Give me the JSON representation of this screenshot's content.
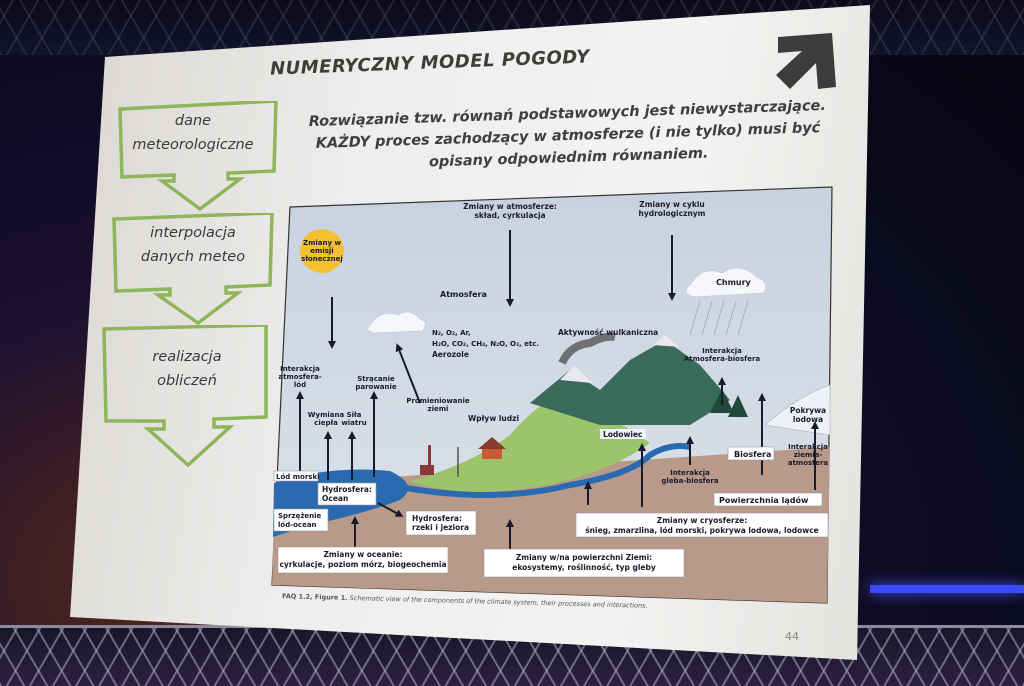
{
  "slide": {
    "title": "NUMERYCZNY MODEL POGODY",
    "subtitle_lines": [
      "Rozwiązanie tzw. równań podstawowych jest niewystarczające.",
      "KAŻDY proces zachodzący w atmosferze (i nie tylko) musi być",
      "opisany odpowiednim równaniem."
    ],
    "flow": [
      {
        "line1": "dane",
        "line2": "meteorologiczne"
      },
      {
        "line1": "interpolacja",
        "line2": "danych meteo"
      },
      {
        "line1": "realizacja",
        "line2": "obliczeń"
      }
    ],
    "caption_bold": "FAQ 1.2, Figure 1.",
    "caption_text": "Schematic view of the components of the climate system, their processes and interactions.",
    "page_number": "44"
  },
  "diagram": {
    "zmiany_emisji": [
      "Zmiany w",
      "emisji",
      "słonecznej"
    ],
    "zmiany_atmosfera": [
      "Zmiany w atmosferze:",
      "skład, cyrkulacja"
    ],
    "zmiany_cykl": [
      "Zmiany w cyklu",
      "hydrologicznym"
    ],
    "chmury": "Chmury",
    "atmosfera": "Atmosfera",
    "gazy1": "N₂, O₂, Ar,",
    "gazy2": "H₂O, CO₂, CH₄, N₂O, O₃, etc.",
    "aerozole": "Aerozole",
    "aktywnosc": "Aktywność wulkaniczna",
    "interakcja_atm_lod": [
      "Interakcja",
      "atmosfera-",
      "lód"
    ],
    "wymiana_ciepla": [
      "Wymiana",
      "ciepła"
    ],
    "sila_wiatru": [
      "Siła",
      "wiatru"
    ],
    "stracanie": [
      "Strącanie",
      "parowanie"
    ],
    "promieniowanie": [
      "Promieniowanie",
      "ziemi"
    ],
    "wplyw_ludzi": "Wpływ ludzi",
    "lodowiec": "Lodowiec",
    "interakcja_atm_bio": [
      "Interakcja",
      "Atmosfera-biosfera"
    ],
    "pokrywa_lodowa": [
      "Pokrywa",
      "lodowa"
    ],
    "biosfera": "Biosfera",
    "interakcja_ziemia_atm": [
      "Interakcja",
      "ziemia-",
      "atmosfera"
    ],
    "interakcja_gleba": [
      "Interakcja",
      "gleba-biosfera"
    ],
    "powierzchnia_ladow": "Powierzchnia lądów",
    "lod_morski": "Lód morski",
    "hydrosfera_ocean": [
      "Hydrosfera:",
      "Ocean"
    ],
    "sprzezenie": [
      "Sprzężenie",
      "lód-ocean"
    ],
    "hydrosfera_rzeki": [
      "Hydrosfera:",
      "rzeki i jeziora"
    ],
    "zmiany_cryosfera": [
      "Zmiany w cryosferze:",
      "śnieg, zmarzlina, lód morski, pokrywa lodowa, lodowce"
    ],
    "zmiany_oceanie": [
      "Zmiany w oceanie:",
      "cyrkulacje, poziom mórz, biogeochemia"
    ],
    "zmiany_powierzchni": [
      "Zmiany w/na powierzchni Ziemi:",
      "ekosystemy, roślinność, typ gleby"
    ]
  }
}
